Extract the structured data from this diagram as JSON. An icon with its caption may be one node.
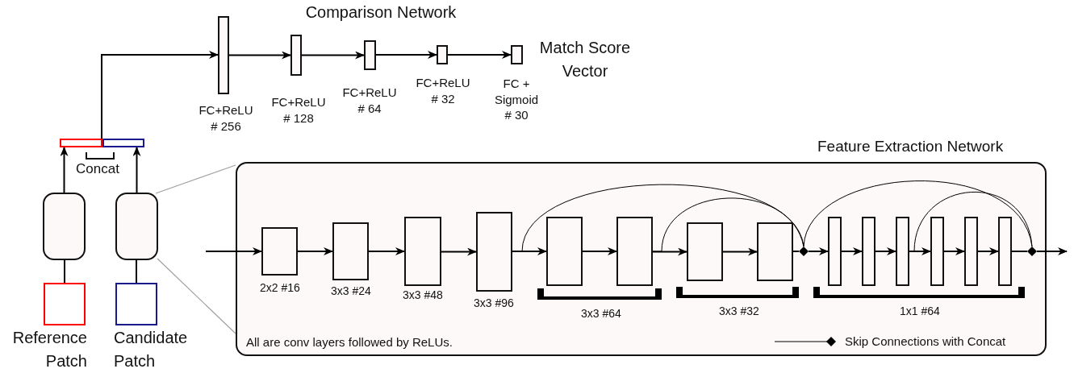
{
  "diagram": {
    "nodes": [
      {
        "text": [],
        "shape": "box",
        "beside": [
          "Reference Patch"
        ]
      },
      {
        "text": [],
        "shape": "box",
        "beside": [
          "Candidate Patch"
        ]
      },
      {
        "text": [],
        "shape": "box"
      },
      {
        "text": [],
        "shape": "box"
      },
      {
        "text": [],
        "shape": "bar"
      },
      {
        "text": [],
        "shape": "box",
        "beside": [
          "FC+ReLU # 256"
        ]
      },
      {
        "text": [],
        "shape": "box",
        "beside": [
          "FC+ReLU # 128"
        ]
      },
      {
        "text": [],
        "shape": "box",
        "beside": [
          "FC+ReLU # 64"
        ]
      },
      {
        "text": [],
        "shape": "box",
        "beside": [
          "FC+ReLU # 32"
        ]
      },
      {
        "text": [],
        "shape": "box",
        "beside": [
          "FC + Sigmoid # 30",
          "Match Score Vector"
        ]
      },
      {
        "text": [
          "Feature Extraction Network",
          "All are conv layers followed by ReLUs."
        ]
      },
      {
        "text": [],
        "shape": "box",
        "in": 10,
        "beside": [
          "2x2 #16"
        ]
      },
      {
        "text": [],
        "shape": "box",
        "in": 10,
        "beside": [
          "3x3 #24"
        ]
      },
      {
        "text": [],
        "shape": "box",
        "in": 10,
        "beside": [
          "3x3 #48"
        ]
      },
      {
        "text": [],
        "shape": "box",
        "in": 10,
        "beside": [
          "3x3 #96"
        ]
      },
      {
        "text": [],
        "shape": "box",
        "in": 10
      },
      {
        "text": [],
        "shape": "box",
        "in": 10
      },
      {
        "text": [],
        "shape": "box",
        "in": 10
      },
      {
        "text": [],
        "shape": "box",
        "in": 10
      },
      {
        "text": [],
        "shape": "diamond",
        "in": 10
      },
      {
        "text": [],
        "shape": "box",
        "in": 10
      },
      {
        "text": [],
        "shape": "box",
        "in": 10
      },
      {
        "text": [],
        "shape": "box",
        "in": 10
      },
      {
        "text": [],
        "shape": "box",
        "in": 10
      },
      {
        "text": [],
        "shape": "box",
        "in": 10
      },
      {
        "text": [],
        "shape": "box",
        "in": 10
      },
      {
        "text": [],
        "shape": "diamond",
        "in": 10
      },
      {
        "text": [],
        "shape": "bracket",
        "in": 10,
        "beside": [
          "3x3 #64"
        ]
      },
      {
        "text": [],
        "shape": "bracket",
        "in": 10,
        "beside": [
          "3x3 #32"
        ]
      },
      {
        "text": [],
        "shape": "bracket",
        "in": 10,
        "beside": [
          "1x1 #64"
        ]
      }
    ],
    "edges": [
      {
        "from": 0,
        "to": 2,
        "arrow": "none"
      },
      {
        "from": 1,
        "to": 3,
        "arrow": "none"
      },
      {
        "from": 2,
        "to": 4,
        "arrow": "to"
      },
      {
        "from": 3,
        "to": 4,
        "arrow": "to"
      },
      {
        "from": 4,
        "to": 5,
        "arrow": "to"
      },
      {
        "from": 5,
        "to": 6,
        "arrow": "to"
      },
      {
        "from": 6,
        "to": 7,
        "arrow": "to"
      },
      {
        "from": 7,
        "to": 8,
        "arrow": "to"
      },
      {
        "from": 8,
        "to": 9,
        "arrow": "to"
      },
      {
        "from": 3,
        "to": 10,
        "arrow": "none",
        "color": "#a0a0a0"
      },
      {
        "from": 3,
        "to": 10,
        "arrow": "none",
        "color": "#a0a0a0"
      },
      {
        "from": null,
        "to": 11,
        "arrow": "to"
      },
      {
        "from": 11,
        "to": 12,
        "arrow": "to"
      },
      {
        "from": 12,
        "to": 13,
        "arrow": "to"
      },
      {
        "from": 13,
        "to": 14,
        "arrow": "to"
      },
      {
        "from": 14,
        "to": 15,
        "arrow": "to"
      },
      {
        "from": 15,
        "to": 16,
        "arrow": "to"
      },
      {
        "from": 16,
        "to": 17,
        "arrow": "to"
      },
      {
        "from": 17,
        "to": 18,
        "arrow": "to"
      },
      {
        "from": 18,
        "to": 19,
        "arrow": "none"
      },
      {
        "from": 19,
        "to": 20,
        "arrow": "to"
      },
      {
        "from": 20,
        "to": 21,
        "arrow": "to"
      },
      {
        "from": 21,
        "to": 22,
        "arrow": "to"
      },
      {
        "from": 22,
        "to": 23,
        "arrow": "to"
      },
      {
        "from": 23,
        "to": 24,
        "arrow": "to"
      },
      {
        "from": 24,
        "to": 25,
        "arrow": "to"
      },
      {
        "from": 25,
        "to": 26,
        "arrow": "none"
      },
      {
        "from": 26,
        "to": null,
        "arrow": "to"
      },
      {
        "from": 14,
        "to": 19,
        "arrow": "none"
      },
      {
        "from": 16,
        "to": 19,
        "arrow": "none"
      },
      {
        "from": 19,
        "to": 26,
        "arrow": "none"
      },
      {
        "from": 22,
        "to": 26,
        "arrow": "none"
      }
    ],
    "labels": [
      "Comparison Network",
      "Concat"
    ],
    "legend": [
      {
        "text": "Skip Connections with Concat"
      }
    ]
  }
}
